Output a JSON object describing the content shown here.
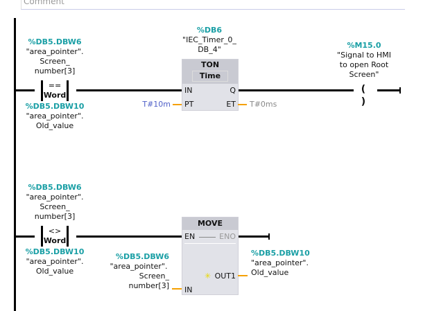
{
  "comment_placeholder": "Comment",
  "network1": {
    "contact": {
      "address": "%DB5.DBW6",
      "tag": [
        "\"area_pointer\".",
        "Screen_",
        "number[3]"
      ],
      "op": "==",
      "type": "Word",
      "address2": "%DB5.DBW10",
      "tag2": [
        "\"area_pointer\".",
        "Old_value"
      ]
    },
    "timer": {
      "address": "%DB6",
      "instance": [
        "\"IEC_Timer_0_",
        "DB_4\""
      ],
      "name": "TON",
      "type": "Time",
      "pin_in": "IN",
      "pin_pt": "PT",
      "pin_q": "Q",
      "pin_et": "ET",
      "pt_value": "T#10m",
      "et_value": "T#0ms"
    },
    "coil": {
      "address": "%M15.0",
      "tag": [
        "\"Signal to HMI",
        "to open Root",
        "Screen\""
      ],
      "symbol": "( )"
    }
  },
  "network2": {
    "contact": {
      "address": "%DB5.DBW6",
      "tag": [
        "\"area_pointer\".",
        "Screen_",
        "number[3]"
      ],
      "op": "<>",
      "type": "Word",
      "address2": "%DB5.DBW10",
      "tag2": [
        "\"area_pointer\".",
        "Old_value"
      ]
    },
    "move": {
      "name": "MOVE",
      "pin_en": "EN",
      "pin_eno": "ENO",
      "pin_in": "IN",
      "pin_out": "OUT1",
      "out_marker": "✳",
      "in_address": "%DB5.DBW6",
      "in_tag": [
        "\"area_pointer\".",
        "Screen_",
        "number[3]"
      ],
      "out_address": "%DB5.DBW10",
      "out_tag": [
        "\"area_pointer\".",
        "Old_value"
      ]
    }
  }
}
